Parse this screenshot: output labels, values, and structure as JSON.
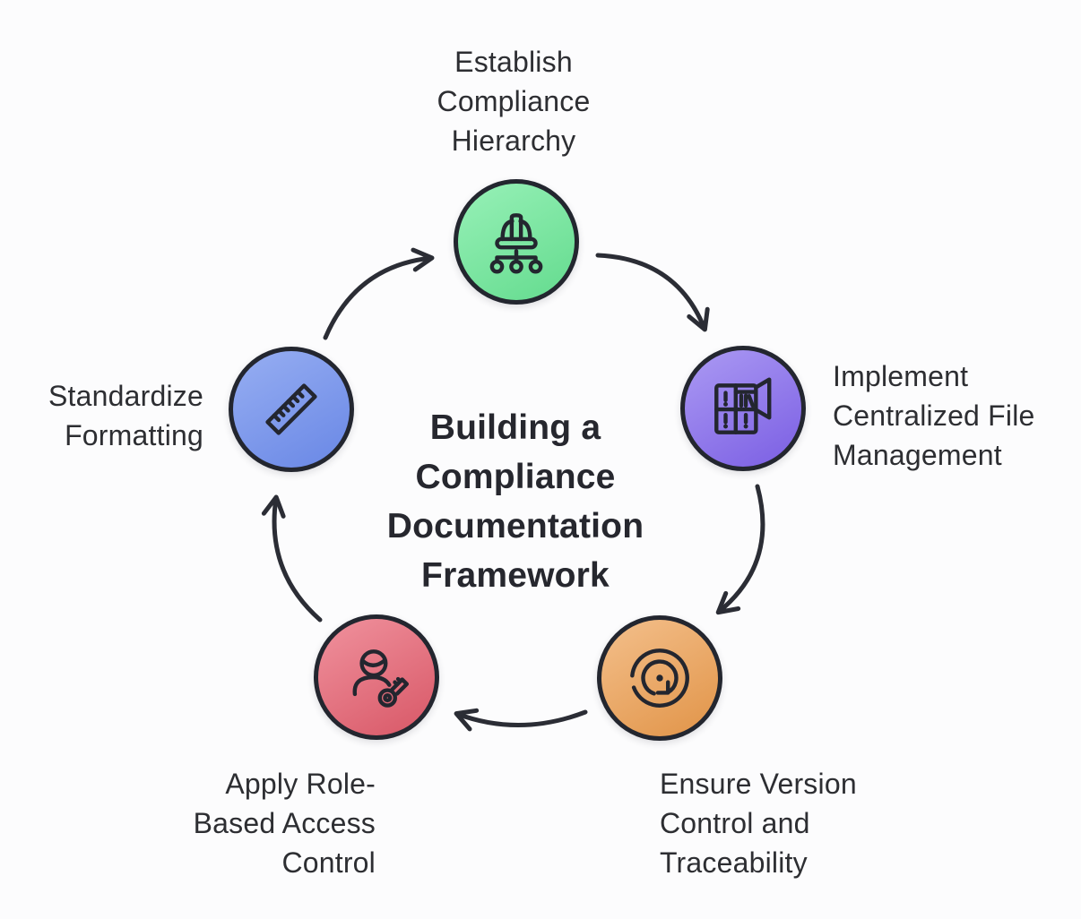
{
  "title": {
    "lines": [
      "Building a",
      "Compliance",
      "Documentation",
      "Framework"
    ]
  },
  "nodes": [
    {
      "name": "establish-compliance-hierarchy",
      "label_lines": [
        "Establish",
        "Compliance",
        "Hierarchy"
      ],
      "icon": "hard-hat-hierarchy-icon",
      "color_light": "#93efb4",
      "color_dark": "#66dc90"
    },
    {
      "name": "implement-centralized-file-management",
      "label_lines": [
        "Implement",
        "Centralized File",
        "Management"
      ],
      "icon": "file-cabinet-icon",
      "color_light": "#a795f2",
      "color_dark": "#7d61e4"
    },
    {
      "name": "ensure-version-control-and-traceability",
      "label_lines": [
        "Ensure Version",
        "Control and",
        "Traceability"
      ],
      "icon": "version-cycle-icon",
      "color_light": "#f2bc86",
      "color_dark": "#e2964b"
    },
    {
      "name": "apply-role-based-access-control",
      "label_lines": [
        "Apply Role-",
        "Based Access",
        "Control"
      ],
      "icon": "user-key-icon",
      "color_light": "#ee8d99",
      "color_dark": "#d95a69"
    },
    {
      "name": "standardize-formatting",
      "label_lines": [
        "Standardize",
        "Formatting"
      ],
      "icon": "ruler-icon",
      "color_light": "#93abf1",
      "color_dark": "#6b89e6"
    }
  ],
  "colors": {
    "outline": "#23262f",
    "arrow": "#2b2d35",
    "label_text": "#2d2e32",
    "title_text": "#26272e",
    "background": "#fcfcfd"
  }
}
